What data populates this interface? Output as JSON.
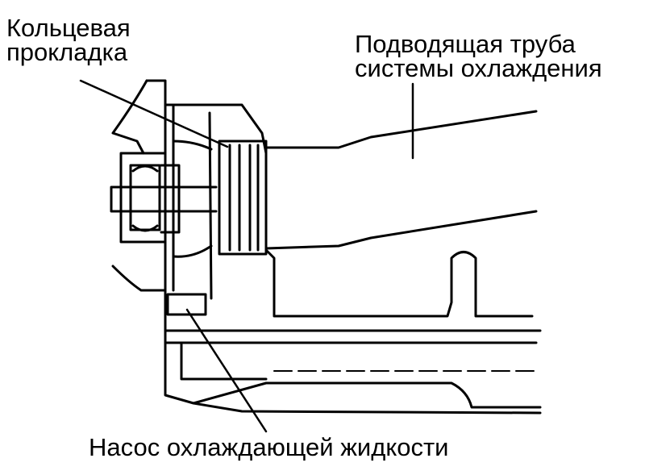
{
  "labels": {
    "ring_gasket": "Кольцевая\nпрокладка",
    "inlet_pipe": "Подводящая труба\nсистемы охлаждения",
    "coolant_pump": "Насос охлаждающей жидкости"
  },
  "colors": {
    "ink": "#000000",
    "background": "#ffffff"
  }
}
